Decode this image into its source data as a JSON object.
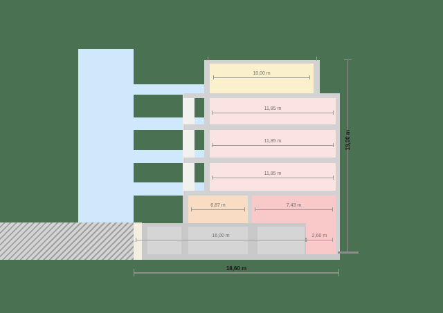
{
  "colors": {
    "background": "#4a7152",
    "sky_blue": "#cfe8fc",
    "wall_gray": "#d2d2d2",
    "penthouse_fill": "#faf0cb",
    "floor_fill": "#fbe3e1",
    "ground_left_fill": "#f8dcc3",
    "ground_right_fill": "#f9c9c9",
    "basement_fill": "#c9c9c9",
    "basement_block_fill": "#d5d5d5",
    "cream_strip": "#f4eee1",
    "column_fill": "#f1f1ef",
    "hatch_base": "#d4d4d4",
    "hatch_line": "#9f9f9f",
    "dim_line": "#999999",
    "outer_dim_line": "#8d8d8d"
  },
  "dimensions": {
    "penthouse_width": "10,00 m",
    "floor3_width": "11,85 m",
    "floor2_width": "11,85 m",
    "floor1_width": "11,85 m",
    "ground_left_width": "6,87 m",
    "ground_right_width": "7,43 m",
    "basement_width": "16,00 m",
    "basement_right_width": "2,60 m",
    "overall_width": "18,60 m",
    "overall_height": "19,00 m"
  }
}
